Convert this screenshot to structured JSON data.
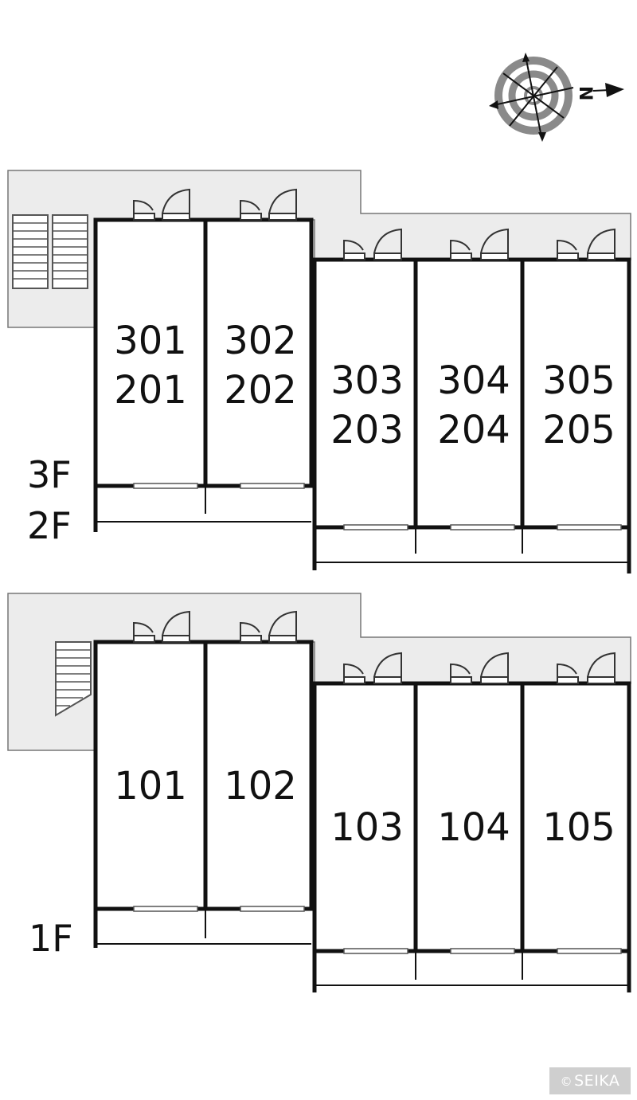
{
  "compass": {
    "north_letter": "N"
  },
  "upper_block": {
    "floor_labels": [
      "3F",
      "2F"
    ],
    "units": [
      {
        "top": "301",
        "bottom": "201"
      },
      {
        "top": "302",
        "bottom": "202"
      },
      {
        "top": "303",
        "bottom": "203"
      },
      {
        "top": "304",
        "bottom": "204"
      },
      {
        "top": "305",
        "bottom": "205"
      }
    ]
  },
  "lower_block": {
    "floor_labels": [
      "1F"
    ],
    "units": [
      {
        "label": "101"
      },
      {
        "label": "102"
      },
      {
        "label": "103"
      },
      {
        "label": "104"
      },
      {
        "label": "105"
      }
    ]
  },
  "copyright": {
    "symbol": "©",
    "text": "SEIKA"
  },
  "colors": {
    "walkway": "#ececec",
    "wall": "#111111",
    "compass_gray": "#8a8a8a"
  }
}
